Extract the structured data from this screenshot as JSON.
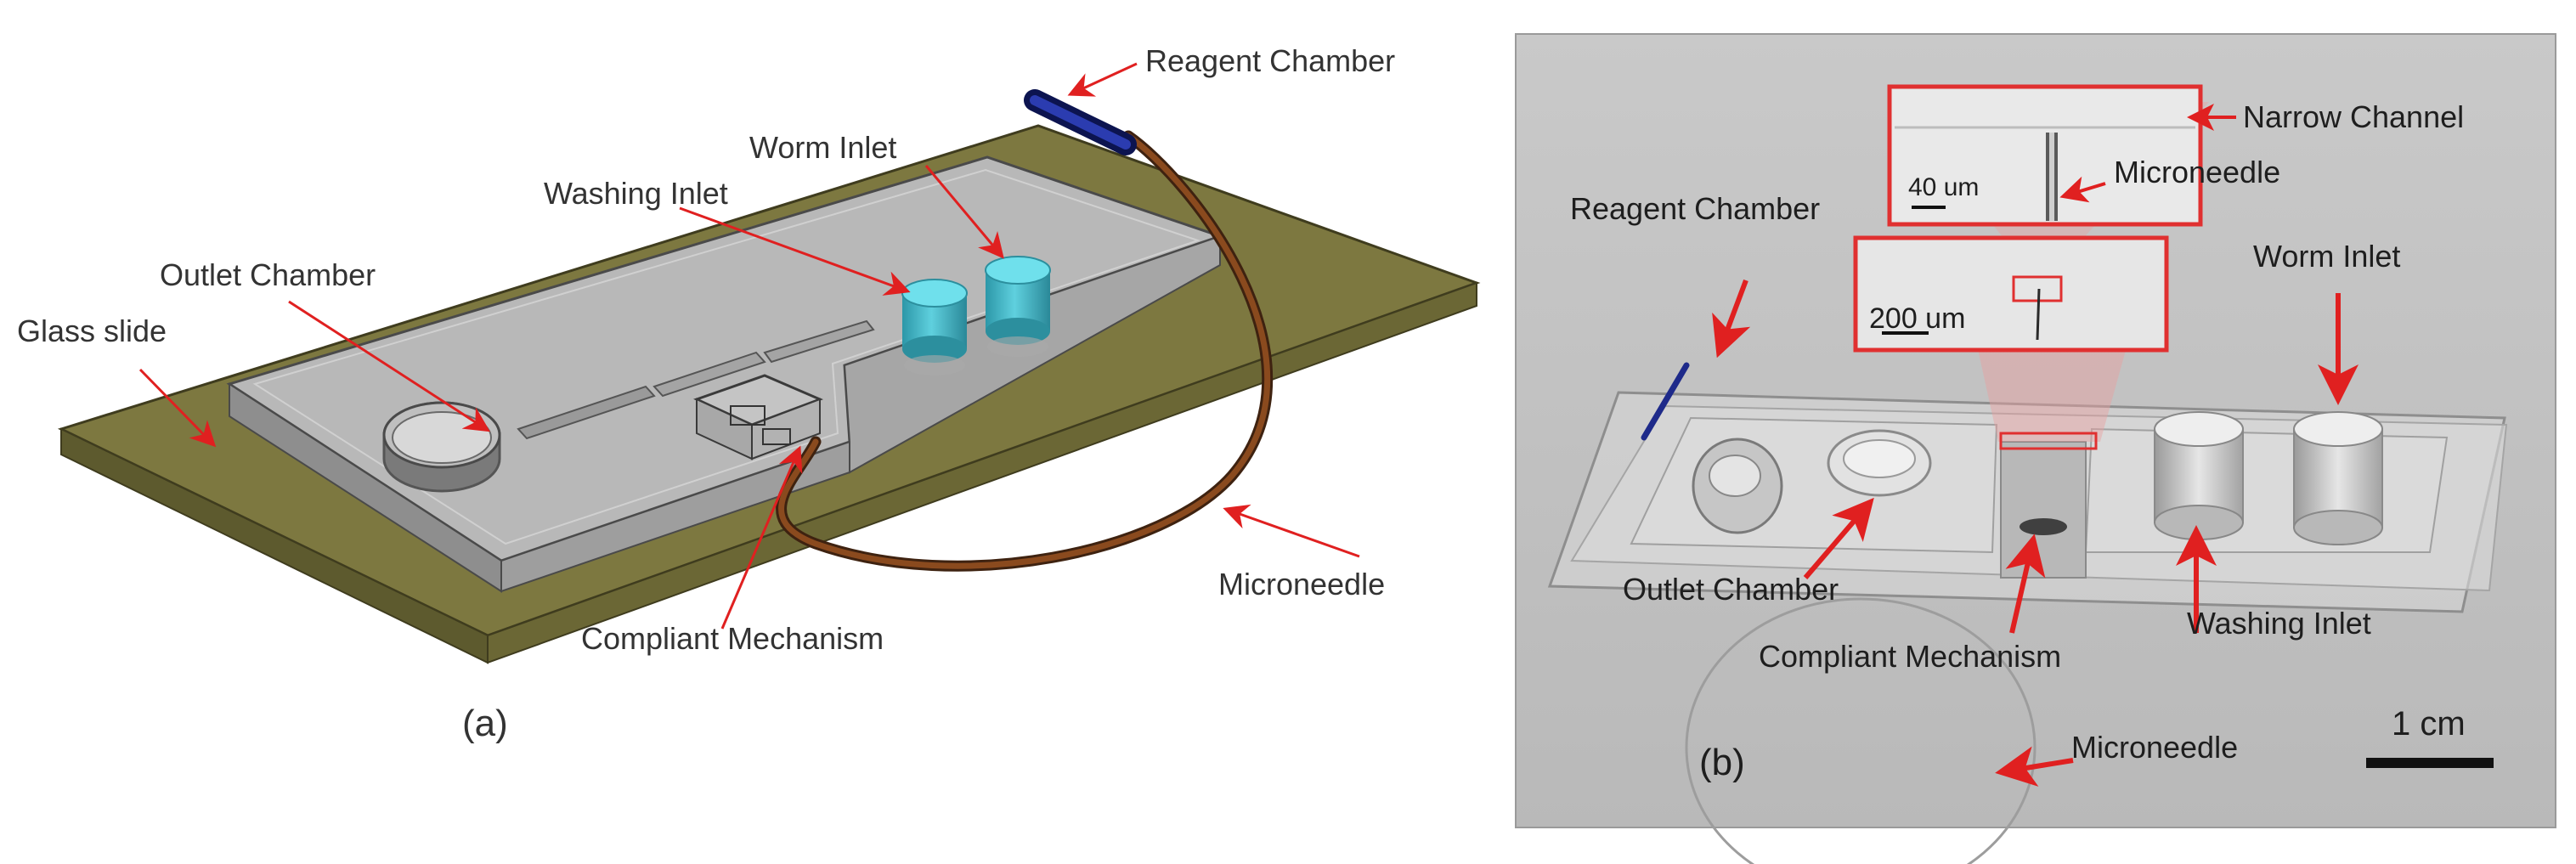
{
  "panel_a": {
    "caption": "(a)",
    "labels": {
      "reagent_chamber": "Reagent Chamber",
      "worm_inlet": "Worm Inlet",
      "washing_inlet": "Washing Inlet",
      "outlet_chamber": "Outlet Chamber",
      "glass_slide": "Glass slide",
      "microneedle": "Microneedle",
      "compliant_mechanism": "Compliant Mechanism"
    }
  },
  "panel_b": {
    "caption": "(b)",
    "labels": {
      "narrow_channel": "Narrow Channel",
      "microneedle_inset": "Microneedle",
      "reagent_chamber": "Reagent Chamber",
      "worm_inlet": "Worm Inlet",
      "outlet_chamber": "Outlet Chamber",
      "compliant_mechanism": "Compliant Mechanism",
      "washing_inlet": "Washing Inlet",
      "microneedle": "Microneedle"
    },
    "scale_bars": {
      "inset_top": "40 um",
      "inset_middle": "200 um",
      "photo": "1 cm"
    }
  },
  "colors": {
    "arrow": "#e02020",
    "glass_slide": "#7d7840",
    "chip": "#b5b5b5",
    "inlet_cyan": "#3fb8c8",
    "needle_brown": "#6b3a1a",
    "reagent_blue": "#1e2a8a",
    "inset_border": "#e03030"
  }
}
